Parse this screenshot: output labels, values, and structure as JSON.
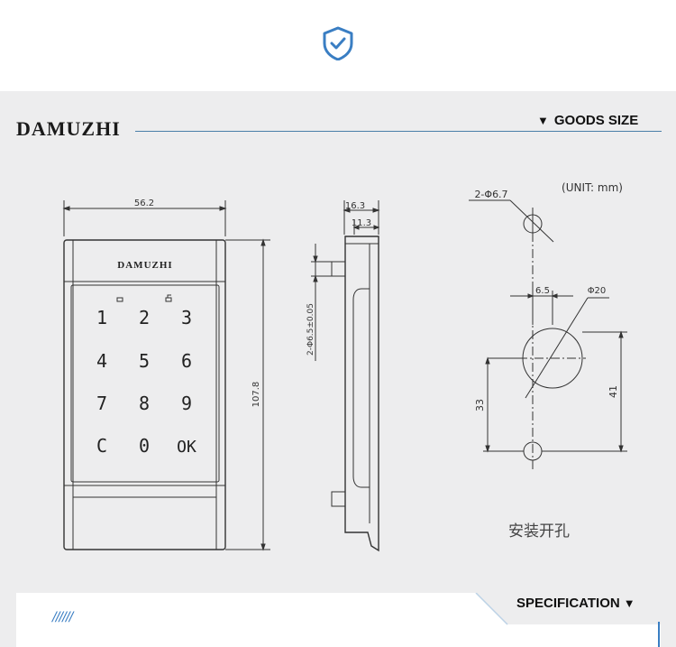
{
  "header": {
    "badge_icon": "shield-check-icon",
    "accent_color": "#3a7ec3"
  },
  "brand": {
    "name": "DAMUZHI"
  },
  "section": {
    "title": "GOODS SIZE",
    "marker": "▼"
  },
  "front_view": {
    "width_label": "56.2",
    "height_label": "107.8",
    "logo": "DAMUZHI",
    "keys": [
      "1",
      "2",
      "3",
      "4",
      "5",
      "6",
      "7",
      "8",
      "9",
      "C",
      "0",
      "OK"
    ]
  },
  "side_view": {
    "depth_label": "16.3",
    "inner_label": "11.3",
    "hole_label": "2-Φ6.5±0.05"
  },
  "cutout": {
    "unit_label": "(UNIT:  mm)",
    "small_hole_label": "2-Φ6.7",
    "offset_label": "6.5",
    "big_hole_label": "Φ20",
    "dim_33": "33",
    "dim_41": "41",
    "caption": "安装开孔"
  },
  "footer": {
    "title": "SPECIFICATION",
    "marker": "▼",
    "stripes": "//////"
  }
}
